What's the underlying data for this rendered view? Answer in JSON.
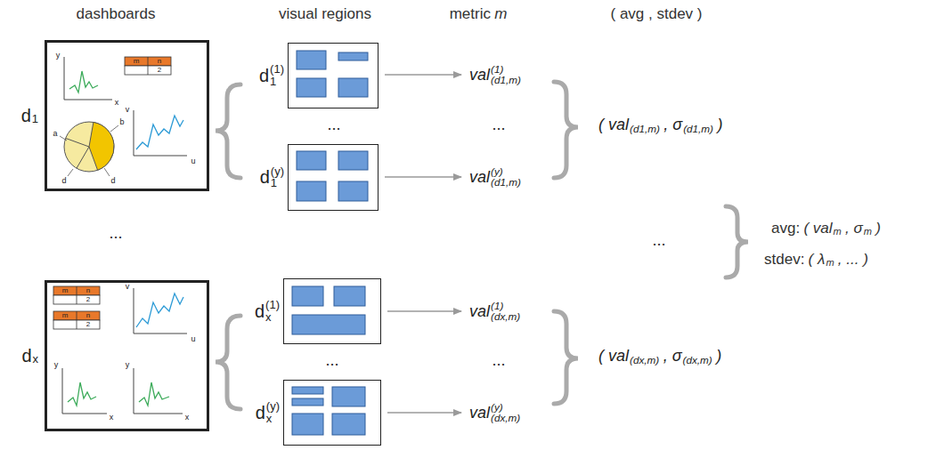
{
  "diagram": {
    "nodes": [
      {
        "text": [
          "d",
          "1"
        ]
      },
      {
        "text": [
          "d",
          "(1)",
          "1"
        ]
      },
      {
        "text": [
          "d",
          "(y)",
          "1"
        ]
      },
      {
        "text": [
          "d",
          "x"
        ]
      },
      {
        "text": [
          "d",
          "(1)",
          "x"
        ]
      },
      {
        "text": [
          "d",
          "(y)",
          "x"
        ]
      }
    ],
    "labels": [
      "dashboards",
      "visual regions",
      "metric",
      "m",
      "( avg , stdev )",
      "y",
      "x",
      "m",
      "n",
      "2",
      "a",
      "b",
      "d",
      "d",
      "v",
      "u",
      "m",
      "n",
      "2",
      "m",
      "n",
      "2",
      "v",
      "u",
      "y",
      "x",
      "y",
      "x",
      "...",
      "...",
      "...",
      "...",
      "...",
      "...",
      "val",
      "(1)",
      "(d1,m)",
      "val",
      "(y)",
      "(d1,m)",
      "val",
      "(1)",
      "(dx,m)",
      "val",
      "(y)",
      "(dx,m)",
      "( val",
      "(d1,m)",
      ", σ",
      "(d1,m)",
      ")",
      "( val",
      "(dx,m)",
      ", σ",
      "(dx,m)",
      ")",
      "avg:",
      "( val",
      "m",
      ", σ",
      "m",
      ")",
      "stdev:",
      "( λ",
      "m",
      ", ... )"
    ]
  }
}
